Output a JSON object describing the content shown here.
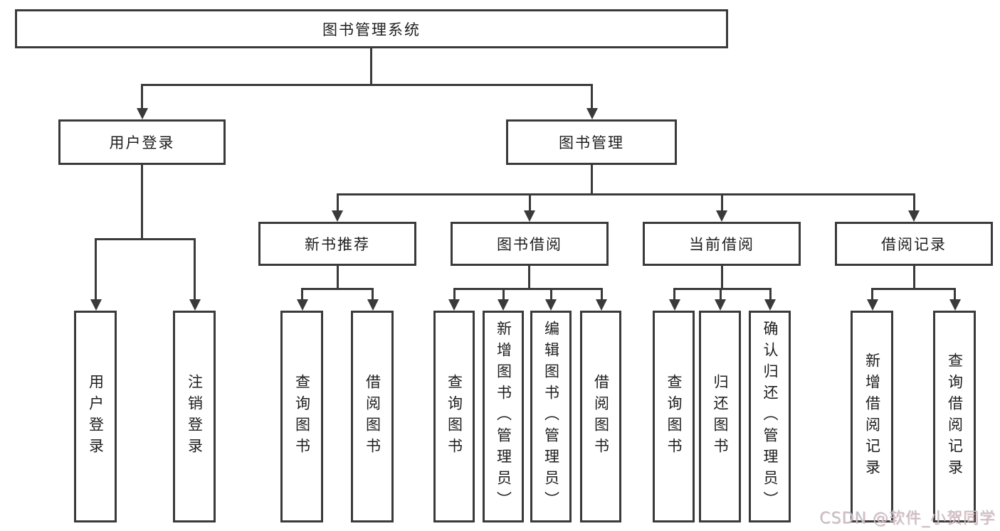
{
  "diagram_type": "hierarchy-tree",
  "tree": {
    "label": "图书管理系统",
    "children": [
      {
        "label": "用户登录",
        "children": [
          {
            "label": "用户登录"
          },
          {
            "label": "注销登录"
          }
        ]
      },
      {
        "label": "图书管理",
        "children": [
          {
            "label": "新书推荐",
            "children": [
              {
                "label": "查询图书"
              },
              {
                "label": "借阅图书"
              }
            ]
          },
          {
            "label": "图书借阅",
            "children": [
              {
                "label": "查询图书"
              },
              {
                "label": "新增图书（管理员）"
              },
              {
                "label": "编辑图书（管理员）"
              },
              {
                "label": "借阅图书"
              }
            ]
          },
          {
            "label": "当前借阅",
            "children": [
              {
                "label": "查询图书"
              },
              {
                "label": "归还图书"
              },
              {
                "label": "确认归还（管理员）"
              }
            ]
          },
          {
            "label": "借阅记录",
            "children": [
              {
                "label": "新增借阅记录"
              },
              {
                "label": "查询借阅记录"
              }
            ]
          }
        ]
      }
    ]
  },
  "watermark": {
    "text": "CSDN @软件_小贺同学"
  },
  "colors": {
    "line": "#3a3a3a",
    "text": "#1e1e1e",
    "background": "#ffffff",
    "watermark": "#bfc3c9"
  }
}
